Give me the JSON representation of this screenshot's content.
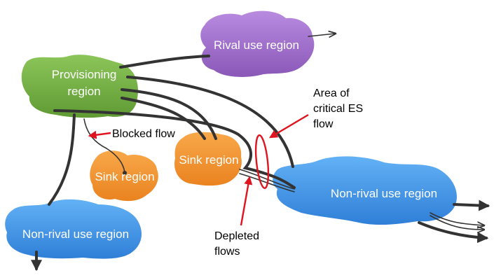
{
  "regions": {
    "provisioning": {
      "line1": "Provisioning",
      "line2": "region",
      "color": "#77b345"
    },
    "rival": {
      "label": "Rival use region",
      "color": "#9d6cc7"
    },
    "sink_left": {
      "label": "Sink region",
      "color": "#f4922c"
    },
    "sink_center": {
      "label": "Sink region",
      "color": "#f4922c"
    },
    "nonrival_right": {
      "label": "Non-rival use region",
      "color": "#3f93e8"
    },
    "nonrival_left": {
      "label": "Non-rival use region",
      "color": "#3f93e8"
    }
  },
  "annotations": {
    "blocked_flow": "Blocked flow",
    "critical_area": {
      "line1": "Area of",
      "line2": "critical ES",
      "line3": "flow"
    },
    "depleted": {
      "line1": "Depleted",
      "line2": "flows"
    }
  },
  "colors": {
    "flow": "#333333",
    "highlight": "#e0141e"
  }
}
